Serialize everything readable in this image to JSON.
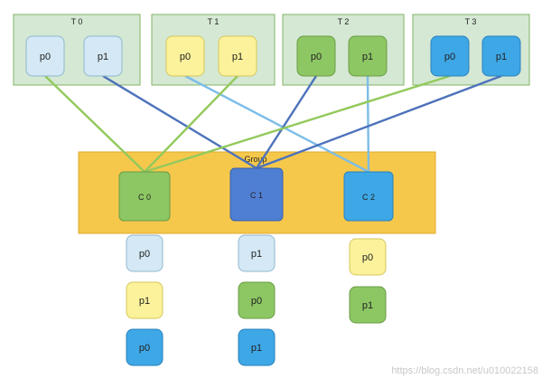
{
  "colors": {
    "light_blue": "#d4e9f5",
    "light_blue_stroke": "#8fb7cf",
    "yellow": "#fbf29b",
    "yellow_stroke": "#d6c75b",
    "green": "#8dc764",
    "green_stroke": "#6a9b45",
    "blue": "#3ea7e6",
    "blue_stroke": "#2a82bb",
    "dark_blue": "#4f7fd3",
    "dark_blue_stroke": "#3a62a8",
    "line_green": "#93c95c",
    "line_dark_blue": "#4d72bb",
    "line_light_blue": "#7cbde8"
  },
  "topics": [
    {
      "label": "T 0",
      "partitions": [
        {
          "label": "p0",
          "color": "light_blue"
        },
        {
          "label": "p1",
          "color": "light_blue"
        }
      ]
    },
    {
      "label": "T 1",
      "partitions": [
        {
          "label": "p0",
          "color": "yellow"
        },
        {
          "label": "p1",
          "color": "yellow"
        }
      ]
    },
    {
      "label": "T 2",
      "partitions": [
        {
          "label": "p0",
          "color": "green"
        },
        {
          "label": "p1",
          "color": "green"
        }
      ]
    },
    {
      "label": "T 3",
      "partitions": [
        {
          "label": "p0",
          "color": "blue"
        },
        {
          "label": "p1",
          "color": "blue"
        }
      ]
    }
  ],
  "group": {
    "label": "Group"
  },
  "consumers": [
    {
      "label": "C 0",
      "color": "green",
      "assigned": [
        {
          "label": "p0",
          "color": "light_blue"
        },
        {
          "label": "p1",
          "color": "yellow"
        },
        {
          "label": "p0",
          "color": "blue"
        }
      ]
    },
    {
      "label": "C 1",
      "color": "dark_blue",
      "assigned": [
        {
          "label": "p1",
          "color": "light_blue"
        },
        {
          "label": "p0",
          "color": "green"
        },
        {
          "label": "p1",
          "color": "blue"
        }
      ]
    },
    {
      "label": "C 2",
      "color": "blue",
      "assigned": [
        {
          "label": "p0",
          "color": "yellow"
        },
        {
          "label": "p1",
          "color": "green"
        }
      ]
    }
  ],
  "connections": [
    {
      "topic": 0,
      "partition": 0,
      "consumer": 0,
      "color": "line_green"
    },
    {
      "topic": 0,
      "partition": 1,
      "consumer": 1,
      "color": "line_dark_blue"
    },
    {
      "topic": 1,
      "partition": 0,
      "consumer": 2,
      "color": "line_light_blue"
    },
    {
      "topic": 1,
      "partition": 1,
      "consumer": 0,
      "color": "line_green"
    },
    {
      "topic": 2,
      "partition": 0,
      "consumer": 1,
      "color": "line_dark_blue"
    },
    {
      "topic": 2,
      "partition": 1,
      "consumer": 2,
      "color": "line_light_blue"
    },
    {
      "topic": 3,
      "partition": 0,
      "consumer": 0,
      "color": "line_green"
    },
    {
      "topic": 3,
      "partition": 1,
      "consumer": 1,
      "color": "line_dark_blue"
    }
  ],
  "watermark": "https://blog.csdn.net/u010022158"
}
